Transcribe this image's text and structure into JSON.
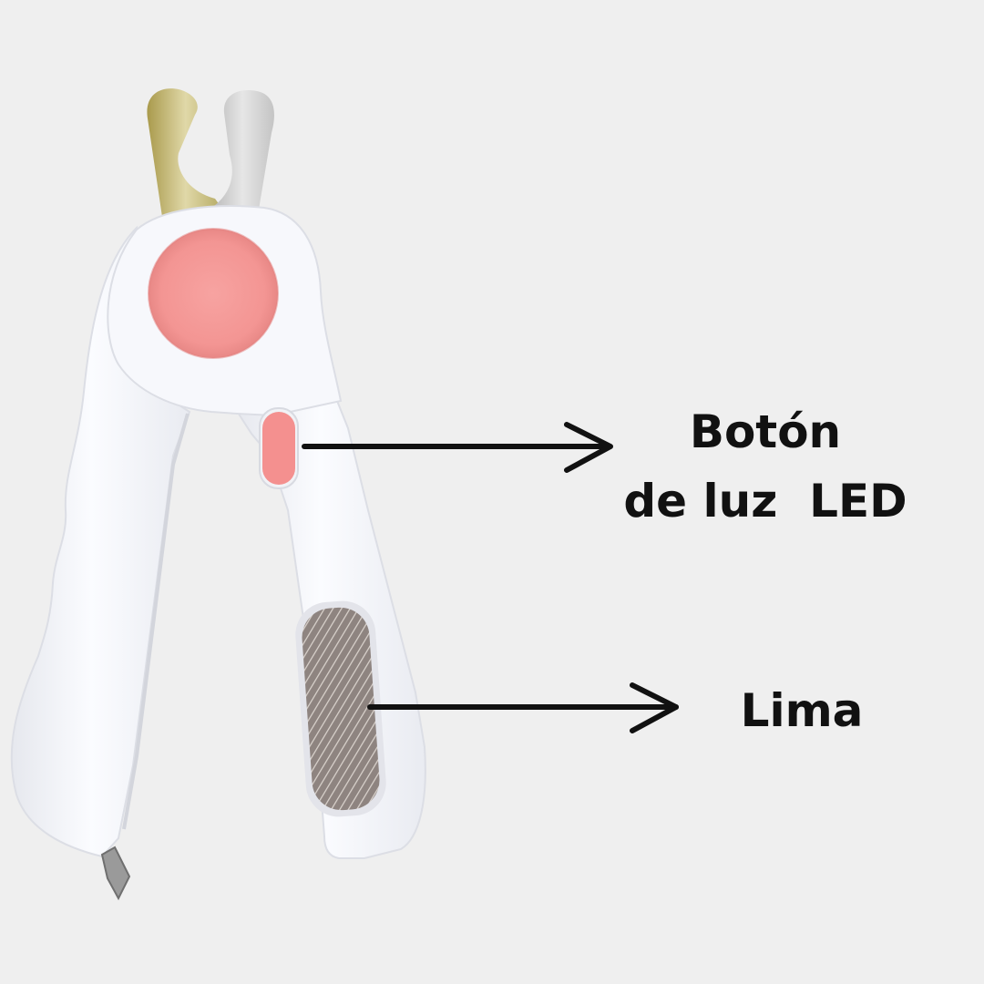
{
  "callouts": {
    "led_button": {
      "line1": "Botón",
      "line2": "de luz  LED"
    },
    "file": {
      "label": "Lima"
    }
  },
  "colors": {
    "background": "#efefef",
    "body": "#f6f7fb",
    "accent_pink": "#f29a9a",
    "metal": "#c9c28a",
    "arrow": "#111111"
  },
  "icons": [
    "arrow-right-icon"
  ]
}
